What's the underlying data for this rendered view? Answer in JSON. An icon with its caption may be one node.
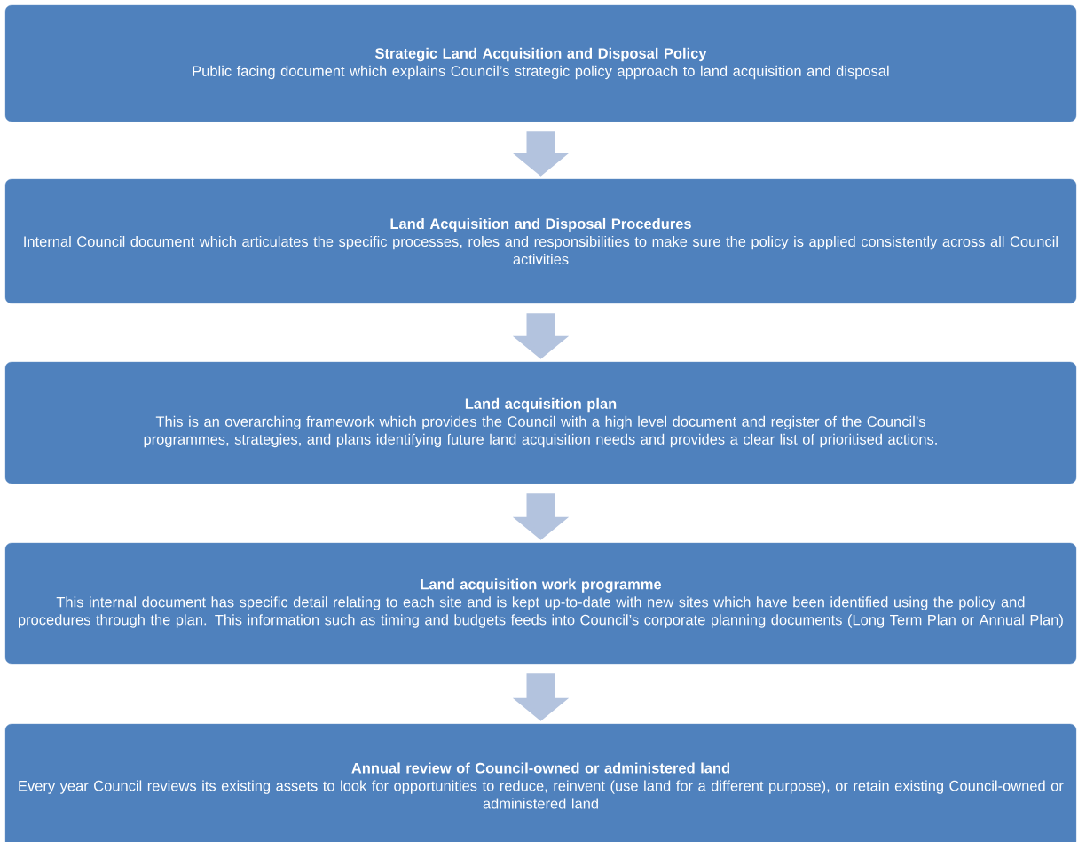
{
  "diagram": {
    "nodes": [
      {
        "text": [
          "Strategic Land Acquisition and Disposal Policy",
          "Public facing document which explains Council’s strategic policy approach to land acquisition and disposal"
        ]
      },
      {
        "text": [
          "Land Acquisition and Disposal Procedures",
          "Internal Council document which articulates the specific processes, roles and responsibilities to make sure the policy is applied consistently across all Council activities"
        ]
      },
      {
        "text": [
          "Land acquisition plan",
          "This is an overarching framework which provides the Council with a high level document and register of the Council’s programmes, strategies, and plans identifying future land acquisition needs and provides a clear list of prioritised actions."
        ]
      },
      {
        "text": [
          "Land acquisition work programme",
          "This internal document has specific detail relating to each site and is kept up-to-date with new sites which have been identified using the policy and procedures through the plan. This information such as timing and budgets feeds into Council’s corporate planning documents (Long Term Plan or Annual Plan)"
        ]
      },
      {
        "text": [
          "Annual review of Council-owned or administered land",
          "Every year Council reviews its existing assets to look for opportunities to reduce, reinvent (use land for a different purpose), or retain existing Council-owned or administered land"
        ]
      }
    ],
    "edges": [
      {
        "from": 0,
        "to": 1,
        "arrow": "to"
      },
      {
        "from": 1,
        "to": 2,
        "arrow": "to"
      },
      {
        "from": 2,
        "to": 3,
        "arrow": "to"
      },
      {
        "from": 3,
        "to": 4,
        "arrow": "to"
      }
    ]
  }
}
